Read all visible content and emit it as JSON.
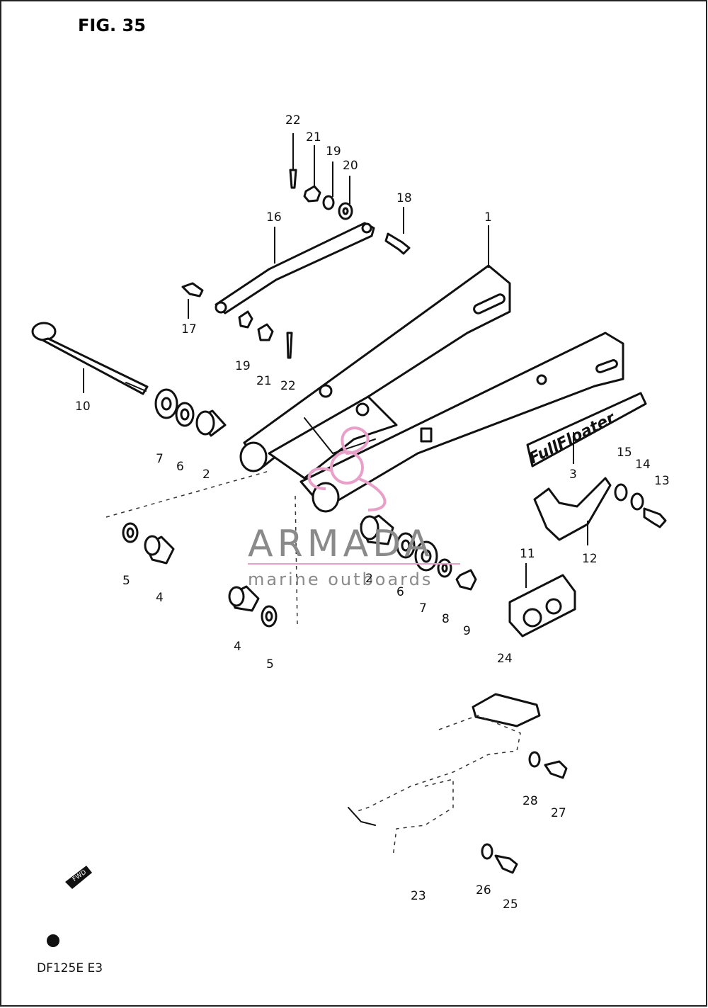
{
  "figure": {
    "title": "FIG. 35",
    "model_code": "DF125E E3"
  },
  "watermark": {
    "brand": "ARMADA",
    "tagline": "marine outboards",
    "brand_color": "#e8a0c8",
    "text_color": "#8a8a8a"
  },
  "decal_text": "FullFloater",
  "fwd_label": "FWD",
  "callouts": {
    "c1": "1",
    "c2a": "2",
    "c2b": "2",
    "c3": "3",
    "c4a": "4",
    "c4b": "4",
    "c5a": "5",
    "c5b": "5",
    "c6a": "6",
    "c6b": "6",
    "c7a": "7",
    "c7b": "7",
    "c8": "8",
    "c9": "9",
    "c10": "10",
    "c11": "11",
    "c12": "12",
    "c13": "13",
    "c14": "14",
    "c15": "15",
    "c16": "16",
    "c17": "17",
    "c18": "18",
    "c19a": "19",
    "c19b": "19",
    "c20": "20",
    "c21a": "21",
    "c21b": "21",
    "c22a": "22",
    "c22b": "22",
    "c23": "23",
    "c24": "24",
    "c25": "25",
    "c26": "26",
    "c27": "27",
    "c28": "28"
  }
}
